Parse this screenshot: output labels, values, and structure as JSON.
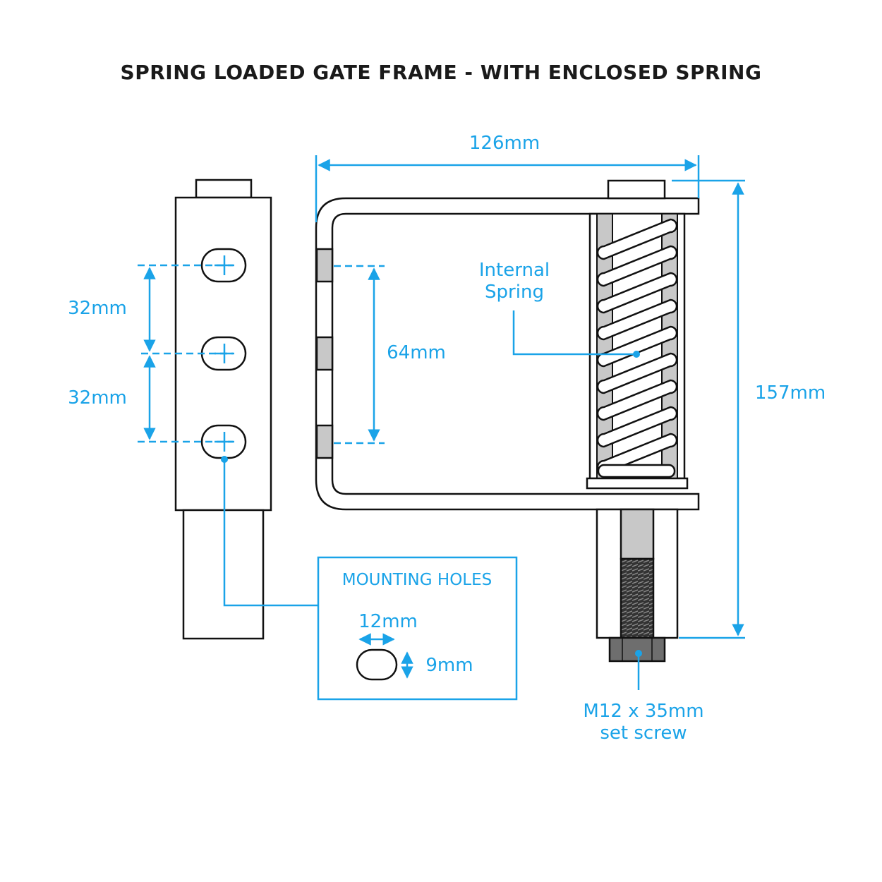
{
  "title": "SPRING LOADED GATE FRAME - WITH ENCLOSED SPRING",
  "colors": {
    "accent": "#1aa3e8",
    "outline": "#111111",
    "grey": "#c8c8c8",
    "dark_grey": "#6e6e6e"
  },
  "dimensions": {
    "width": "126mm",
    "height": "157mm",
    "hole_spacing_upper": "32mm",
    "hole_spacing_lower": "32mm",
    "hinge_spacing": "64mm"
  },
  "callouts": {
    "internal_spring_line1": "Internal",
    "internal_spring_line2": "Spring",
    "set_screw_line1": "M12 x 35mm",
    "set_screw_line2": "set screw"
  },
  "mounting_holes": {
    "heading": "MOUNTING HOLES",
    "width": "12mm",
    "height": "9mm"
  }
}
